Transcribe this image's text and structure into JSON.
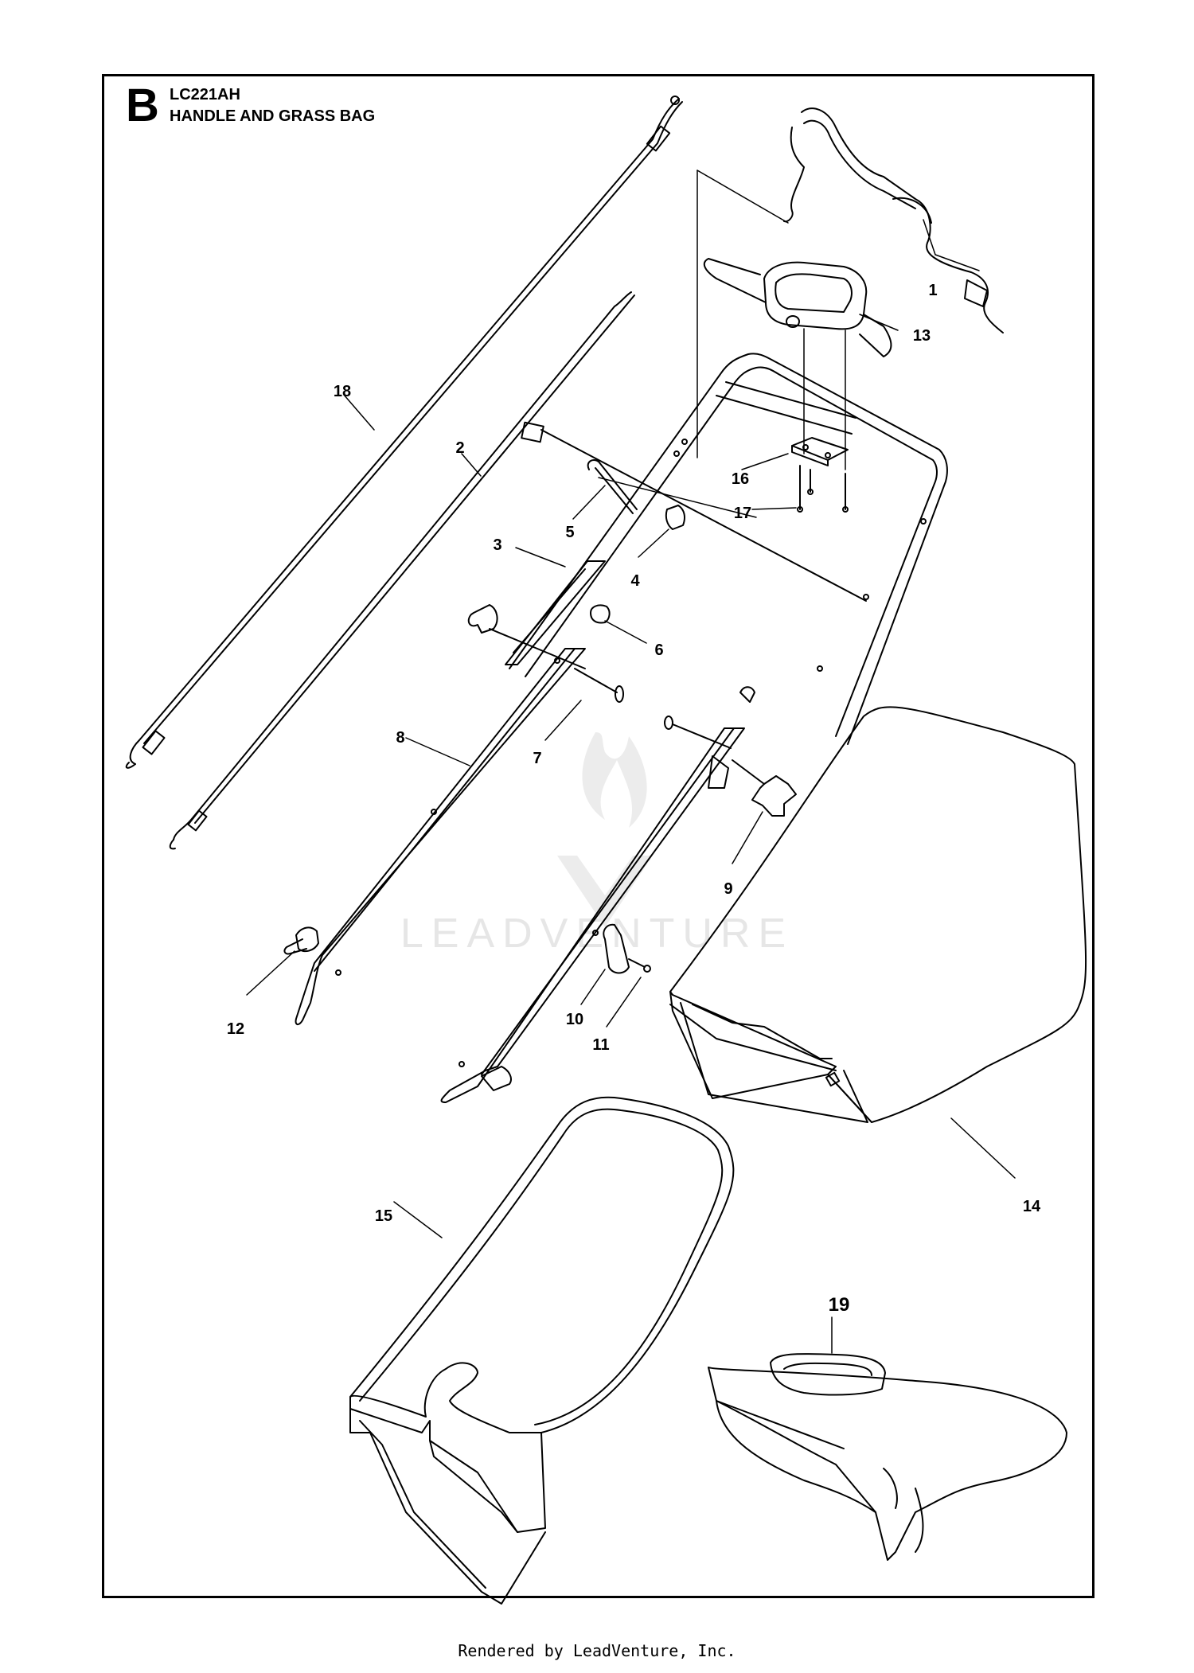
{
  "header": {
    "section_letter": "B",
    "model_code": "LC221AH",
    "title": "HANDLE AND GRASS BAG"
  },
  "watermark": {
    "text": "LEADVENTURE"
  },
  "callouts": [
    {
      "id": "c1",
      "label": "1",
      "part": "upper-handlebar"
    },
    {
      "id": "c2",
      "label": "2",
      "part": "drive-cable"
    },
    {
      "id": "c3",
      "label": "3",
      "part": "cable-guide"
    },
    {
      "id": "c4",
      "label": "4",
      "part": "cable-clip"
    },
    {
      "id": "c5",
      "label": "5",
      "part": "handle-bolt"
    },
    {
      "id": "c6",
      "label": "6",
      "part": "nut"
    },
    {
      "id": "c7",
      "label": "7",
      "part": "carriage-bolt"
    },
    {
      "id": "c8",
      "label": "8",
      "part": "lower-handle-tube"
    },
    {
      "id": "c9",
      "label": "9",
      "part": "star-knob"
    },
    {
      "id": "c10",
      "label": "10",
      "part": "cable-clamp"
    },
    {
      "id": "c11",
      "label": "11",
      "part": "screw"
    },
    {
      "id": "c12",
      "label": "12",
      "part": "knob"
    },
    {
      "id": "c13",
      "label": "13",
      "part": "control-console"
    },
    {
      "id": "c14",
      "label": "14",
      "part": "grass-bag"
    },
    {
      "id": "c15",
      "label": "15",
      "part": "grass-bag-frame"
    },
    {
      "id": "c16",
      "label": "16",
      "part": "mounting-bracket"
    },
    {
      "id": "c17",
      "label": "17",
      "part": "screws"
    },
    {
      "id": "c18",
      "label": "18",
      "part": "control-cable"
    },
    {
      "id": "c19",
      "label": "19",
      "part": "mulch-plug"
    }
  ],
  "footer": {
    "credit": "Rendered by LeadVenture, Inc."
  }
}
